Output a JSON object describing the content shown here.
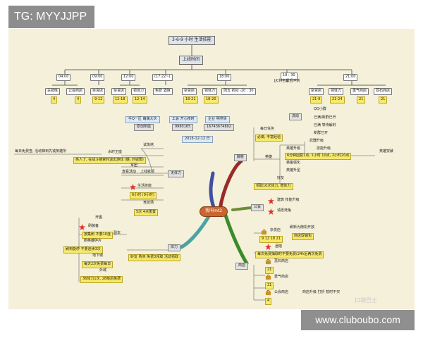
{
  "watermark_tag": "TG: MYYJJPP",
  "footer_url": "www.cluboubo.com",
  "corner_logo": "口袋巴士",
  "title": "3-6-9 小时 生活技能",
  "schedule_root": "上线时间",
  "times": [
    "04:00",
    "09:00",
    "12:00",
    "(17:22~)",
    "18:00",
    "19 : 30",
    "21:00"
  ],
  "jjc": "JJC排名最后冲刺",
  "t04": [
    "夫技练",
    "4",
    "公会商店",
    "4"
  ],
  "t09": [
    "杂货店",
    "9-12"
  ],
  "t12": [
    "杂货店",
    "12-18",
    "领体力",
    "12-14"
  ],
  "t17": [
    "免费 酒馆"
  ],
  "t18": [
    "杂货店",
    "18-21",
    "领体力",
    "18-20",
    "周五 折扣 -20 : 30"
  ],
  "t21": [
    "杂货店",
    "21-9",
    "领体力",
    "21-24",
    "勇气商店",
    "21",
    "荔石商店",
    "21"
  ],
  "contacts": {
    "l1": "手Q一区 萌萌大伙",
    "v1": "原创所属",
    "l2": "工会 开心夜时",
    "v2": "9980165",
    "l3": "企业 明界情",
    "v3": "16743674802",
    "date": "2016-12-12 日"
  },
  "qq": [
    "QQ小群",
    "已满/新群已开",
    "已满 等待解封",
    "新群已开"
  ],
  "qq_title": "流动",
  "center": "我叫mt2",
  "left_branch": {
    "head": "无体力",
    "note": "每日免费查, 活动梯到先钱英雄所",
    "items": [
      "试炼塔",
      "水时王座",
      "亮人了, 在战斗链束时退出游戏 (髓, 外城限)",
      "军团",
      "上线就领",
      "查看活动",
      "生活技能",
      "6小时 (9小时)",
      "竞技场",
      "5次 4点重置"
    ]
  },
  "lower_branch": {
    "head": "体力",
    "sub": "副本",
    "items": [
      "开图",
      "刷装备",
      "按集刷 不要10连",
      "刷英雄碎片",
      "刷到旋停 不要连续3次",
      "地下城",
      "每天2次免费每日",
      "外城",
      "36体力1次, 28级后免费",
      "好友 购买 免费3领取 活动领取"
    ]
  },
  "right_top": {
    "head": "翻桩",
    "daily": "每日任务",
    "daily_sub": "必做, 丰富经验",
    "hero": "英雄",
    "hero_items": [
      "英雄升级",
      "武器升级",
      "6分钟回复1点, 1小时 10点, 2小时20点",
      "技能升级",
      "装备强化",
      "英雄升星"
    ],
    "friend": "好友",
    "friend_sub": "领取10次体力, 赠体力",
    "side": "英雄突破"
  },
  "right_mid": {
    "head": "公会",
    "items": [
      "建筑 技能升级",
      "请愿死兔"
    ]
  },
  "right_low": {
    "head": "商店",
    "items": [
      "杂货店",
      "9 12 18 21",
      "刷新为随机开放",
      "商店促销包",
      "酒馆",
      "每次免费抽取时不要免费(24h后两次免费",
      "荔石商店",
      "21",
      "勇气商店",
      "21",
      "公会商店",
      "商店升级 打折 暂时不买",
      "4"
    ]
  }
}
